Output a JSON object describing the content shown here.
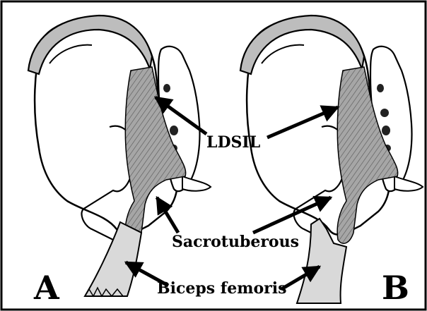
{
  "figure": {
    "panels": [
      {
        "id": "A",
        "letter": "A"
      },
      {
        "id": "B",
        "letter": "B"
      }
    ],
    "labels": {
      "ldsil": "LDSIL",
      "sacrotuberous": "Sacrotuberous",
      "biceps_femoris": "Biceps femoris"
    },
    "colors": {
      "outline": "#000000",
      "bone_fill": "#ffffff",
      "iliac_crest": "#bdbdbd",
      "ligament_fill": "#a6a6a6",
      "tendon_fill": "#d9d9d9"
    }
  }
}
